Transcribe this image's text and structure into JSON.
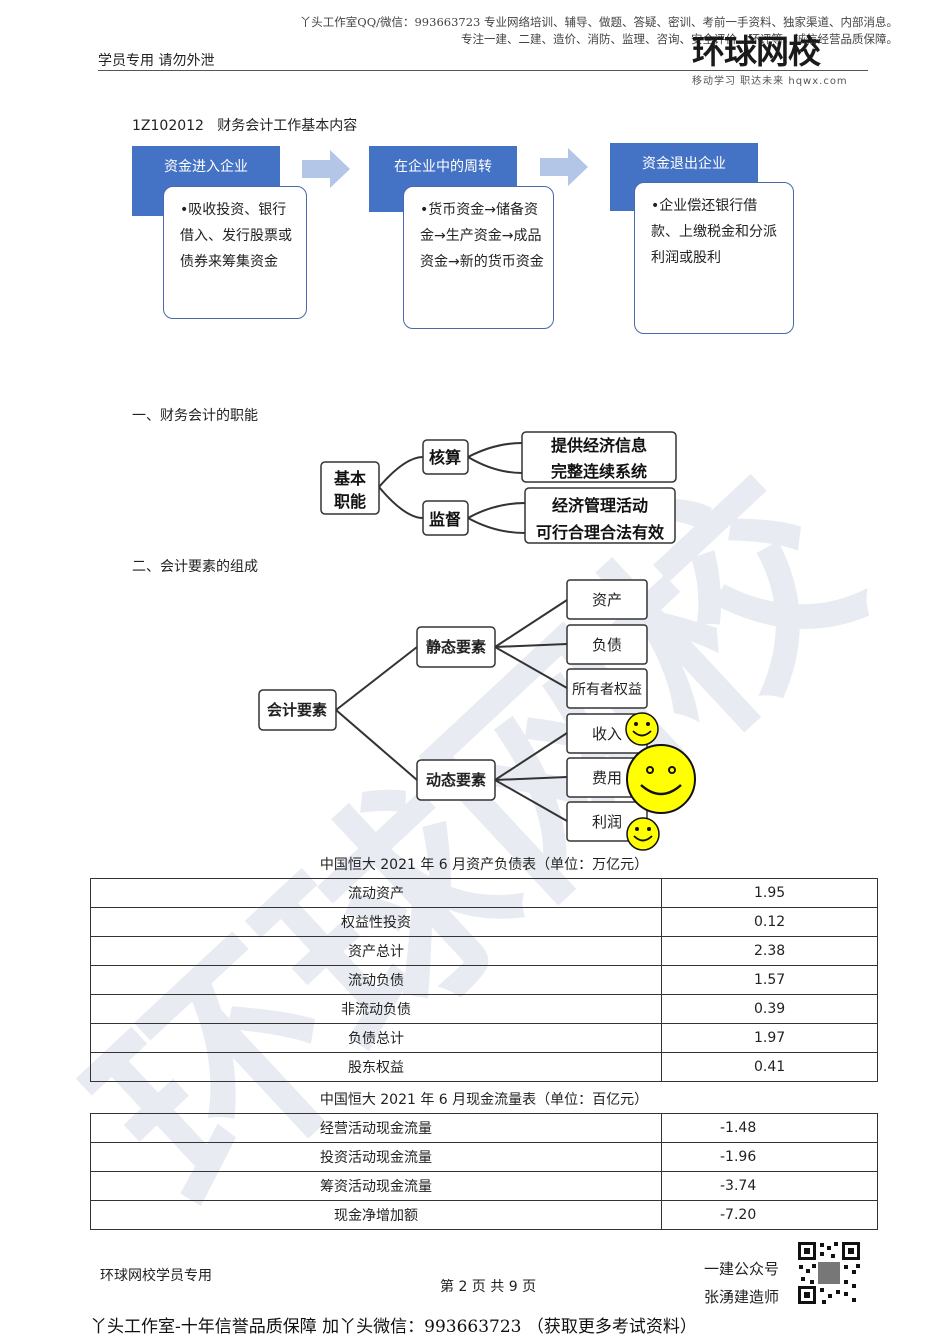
{
  "header": {
    "ad_line1": "丫头工作室QQ/微信：993663723 专业网络培训、辅导、做题、答疑、密训、考前一手资料、独家渠道、内部消息。",
    "ad_line2": "专注一建、二建、造价、消防、监理、咨询、安全评价、环评等，诚信经营品质保障。",
    "student_only": "学员专用 请勿外泄",
    "logo_main": "环球网校",
    "logo_sub": "移动学习 职达未来 hqwx.com"
  },
  "section_heading": "1Z102012   财务会计工作基本内容",
  "flow": [
    {
      "title": "资金进入企业",
      "body": "•吸收投资、银行借入、发行股票或债券来筹集资金"
    },
    {
      "title": "在企业中的周转",
      "body": "•货币资金→储备资金→生产资金→成品资金→新的货币资金"
    },
    {
      "title": "资金退出企业",
      "body": "•企业偿还银行借款、上缴税金和分派利润或股利"
    }
  ],
  "section1": {
    "title": "一、财务会计的职能",
    "root_line1": "基本",
    "root_line2": "职能",
    "branch1": "核算",
    "branch1_line1": "提供经济信息",
    "branch1_line2": "完整连续系统",
    "branch2": "监督",
    "branch2_line1": "经济管理活动",
    "branch2_line2": "可行合理合法有效"
  },
  "section2": {
    "title": "二、会计要素的组成",
    "root": "会计要素",
    "static": "静态要素",
    "dynamic": "动态要素",
    "static_items": [
      "资产",
      "负债",
      "所有者权益"
    ],
    "dynamic_items": [
      "收入",
      "费用",
      "利润"
    ]
  },
  "balance_sheet": {
    "caption": "中国恒大 2021 年 6 月资产负债表（单位：万亿元）",
    "rows": [
      {
        "label": "流动资产",
        "value": "1.95"
      },
      {
        "label": "权益性投资",
        "value": "0.12"
      },
      {
        "label": "资产总计",
        "value": "2.38"
      },
      {
        "label": "流动负债",
        "value": "1.57"
      },
      {
        "label": "非流动负债",
        "value": "0.39"
      },
      {
        "label": "负债总计",
        "value": "1.97"
      },
      {
        "label": "股东权益",
        "value": "0.41"
      }
    ]
  },
  "cash_flow": {
    "caption": "中国恒大 2021 年 6 月现金流量表（单位：百亿元）",
    "rows": [
      {
        "label": "经营活动现金流量",
        "value": "-1.48"
      },
      {
        "label": "投资活动现金流量",
        "value": "-1.96"
      },
      {
        "label": "筹资活动现金流量",
        "value": "-3.74"
      },
      {
        "label": "现金净增加额",
        "value": "-7.20"
      }
    ]
  },
  "footer": {
    "left": "环球网校学员专用",
    "page": "第 2 页 共 9 页",
    "right1": "一建公众号",
    "right2": "张湧建造师",
    "bottom_ad": "丫头工作室-十年信誉品质保障 加丫头微信：993663723 （获取更多考试资料）"
  },
  "watermark": "环球网校",
  "colors": {
    "flow_blue": "#4472c4",
    "arrow": "#b4c6e7",
    "smiley": "#ffff00"
  }
}
